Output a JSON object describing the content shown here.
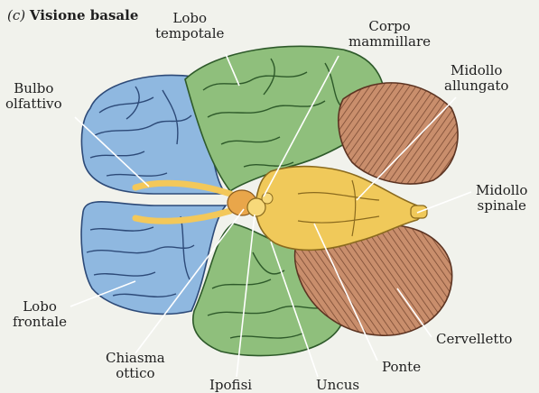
{
  "figure": {
    "panel_letter": "(c)",
    "title": "Visione basale"
  },
  "labels": {
    "lobo_tempotale": "Lobo\ntempotale",
    "corpo_mammillare": "Corpo\nmammillare",
    "midollo_allungato": "Midollo\nallungato",
    "bulbo_olfattivo": "Bulbo\nolfattivo",
    "midollo_spinale": "Midollo\nspinale",
    "lobo_frontale": "Lobo\nfrontale",
    "cervelletto": "Cervelletto",
    "chiasma_ottico": "Chiasma\nottico",
    "ponte": "Ponte",
    "ipofisi": "Ipofisi",
    "uncus": "Uncus"
  },
  "colors": {
    "frontal_lobe": "#8fb8e0",
    "temporal_lobe": "#8fbf7c",
    "cerebellum": "#c98e6c",
    "brainstem": "#f0c95a",
    "optic_nerves": "#f3c85a",
    "leader_lines": "#ffffff"
  }
}
